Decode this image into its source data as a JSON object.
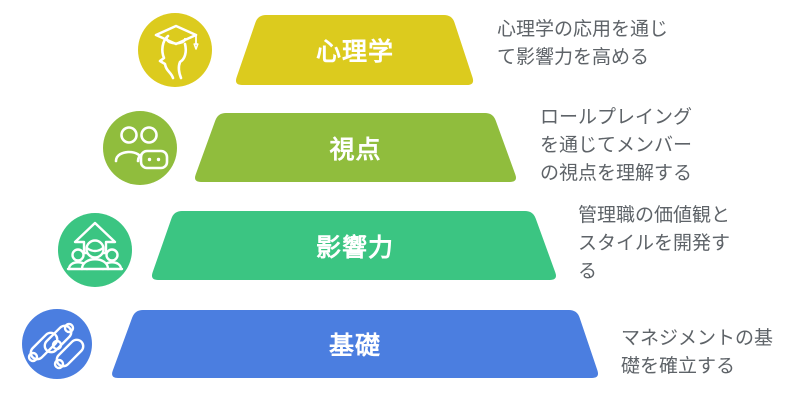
{
  "diagram": {
    "type": "pyramid",
    "levels": 4,
    "label_text_color": "#ffffff",
    "description_text_color": "#5e6368"
  },
  "levels": [
    {
      "label": "心理学",
      "description": "心理学の応用を通じ\nて影響力を高める",
      "color": "#dccb1e",
      "icon": "head-graduation-cap-icon"
    },
    {
      "label": "視点",
      "description": "ロールプレイング\nを通じてメンバー\nの視点を理解する",
      "color": "#90bd3d",
      "icon": "people-gamepad-icon"
    },
    {
      "label": "影響力",
      "description": "管理職の価値観と\nスタイルを開発す\nる",
      "color": "#3bc582",
      "icon": "team-growth-arrow-icon"
    },
    {
      "label": "基礎",
      "description": "マネジメントの基\n礎を確立する",
      "color": "#4b7ee0",
      "icon": "capsules-icon"
    }
  ]
}
